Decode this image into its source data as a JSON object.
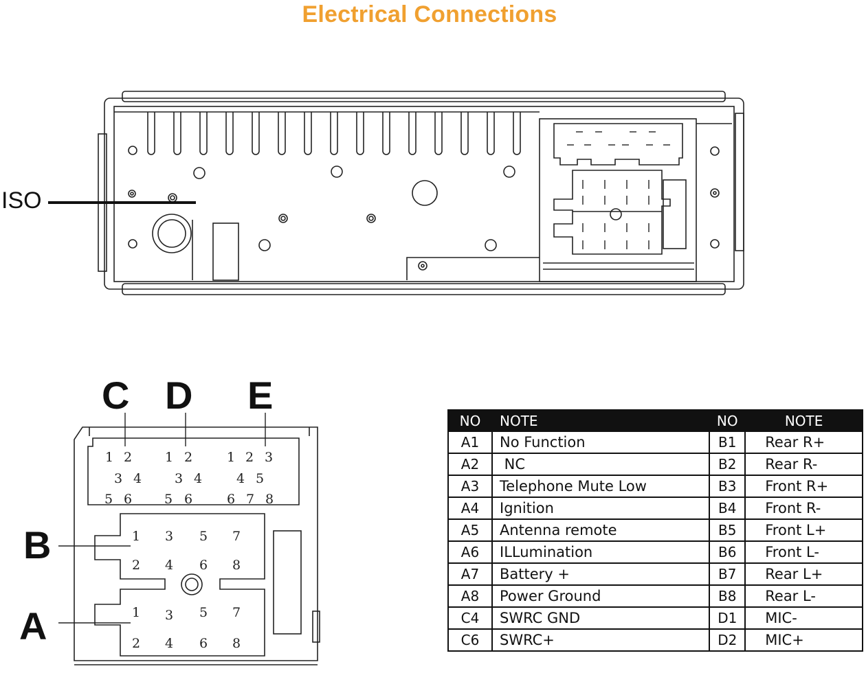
{
  "title": "Electrical Connections",
  "labels": {
    "iso": "ISO",
    "c": "C",
    "d": "D",
    "e": "E",
    "b": "B",
    "a": "A"
  },
  "connector_pins": {
    "c": [
      "1",
      "2",
      "3",
      "4",
      "5",
      "6"
    ],
    "d": [
      "1",
      "2",
      "3",
      "4",
      "5",
      "6"
    ],
    "e": [
      "1",
      "2",
      "3",
      "4",
      "5",
      "6",
      "7",
      "8"
    ],
    "b": [
      "1",
      "2",
      "3",
      "4",
      "5",
      "6",
      "7",
      "8"
    ],
    "a": [
      "1",
      "2",
      "3",
      "4",
      "5",
      "6",
      "7",
      "8"
    ]
  },
  "table": {
    "headers": [
      "NO",
      "NOTE",
      "NO",
      "NOTE"
    ],
    "rows": [
      {
        "no1": "A1",
        "note1": "No Function",
        "no2": "B1",
        "note2": "Rear R+"
      },
      {
        "no1": "A2",
        "note1": " NC",
        "no2": "B2",
        "note2": "Rear R-"
      },
      {
        "no1": "A3",
        "note1": "Telephone Mute Low",
        "no2": "B3",
        "note2": "Front R+"
      },
      {
        "no1": "A4",
        "note1": "Ignition",
        "no2": "B4",
        "note2": "Front R-"
      },
      {
        "no1": "A5",
        "note1": "Antenna remote",
        "no2": "B5",
        "note2": "Front L+"
      },
      {
        "no1": "A6",
        "note1": "ILLumination",
        "no2": "B6",
        "note2": "Front L-"
      },
      {
        "no1": "A7",
        "note1": "Battery +",
        "no2": "B7",
        "note2": "Rear L+"
      },
      {
        "no1": "A8",
        "note1": "Power Ground",
        "no2": "B8",
        "note2": "Rear L-"
      },
      {
        "no1": "C4",
        "note1": "SWRC GND",
        "no2": "D1",
        "note2": "MIC-"
      },
      {
        "no1": "C6",
        "note1": "SWRC+",
        "no2": "D2",
        "note2": "MIC+"
      }
    ]
  }
}
